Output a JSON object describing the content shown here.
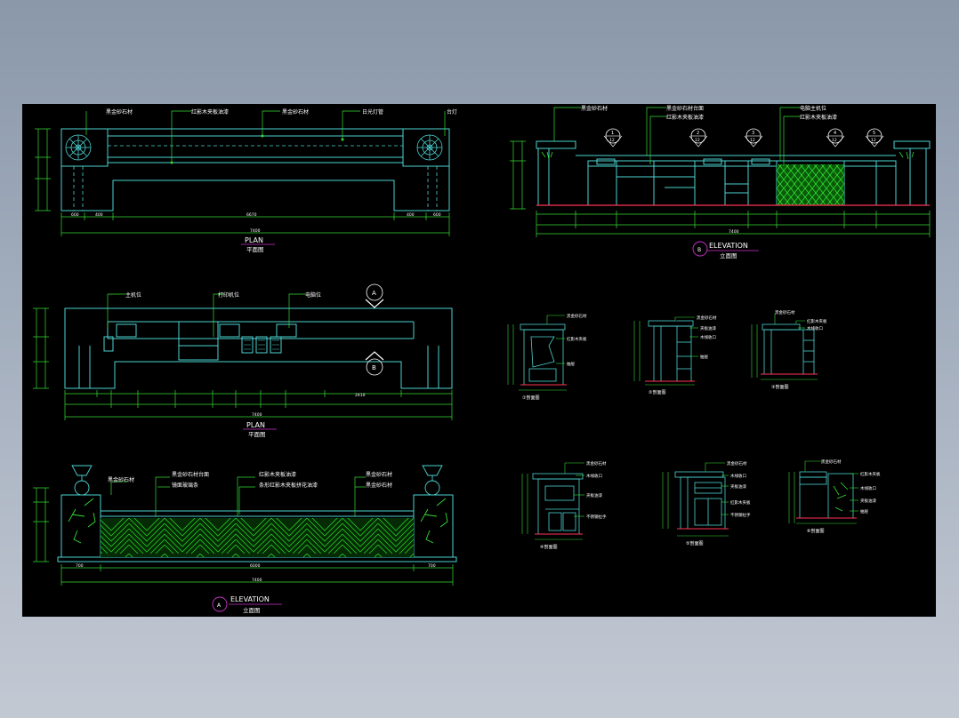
{
  "colors": {
    "background": "#000000",
    "outline": "#4dd2d2",
    "dimension": "#33dd33",
    "hatch": "#22cc22",
    "accent": "#ff3355",
    "label": "#ffffff",
    "tag": "#cc33cc"
  },
  "plan_top": {
    "title": "PLAN",
    "subtitle": "平面图",
    "callouts": [
      "黑金砂石材",
      "红影木夹板油漆",
      "黑金砂石材",
      "日光灯管",
      "台灯"
    ],
    "dims_top": [
      "600",
      "400",
      "6670",
      "400",
      "600"
    ],
    "dim_total": "7400"
  },
  "plan_mid": {
    "title": "PLAN",
    "subtitle": "平面图",
    "callouts": [
      "主机位",
      "打印机位",
      "电脑位"
    ],
    "section_marks": [
      "A",
      "B"
    ],
    "dim_total": "7400",
    "right_dim": "2410"
  },
  "elevation_a": {
    "tag": "A",
    "title": "ELEVATION",
    "subtitle": "立面图",
    "callouts_left": [
      "黑金砂石材",
      "黑金砂石材台面",
      "镜面玻璃条",
      "红影木夹板油漆",
      "条形红影木夹板拼花油漆"
    ],
    "callouts_right": [
      "黑金砂石材",
      "黑金砂石材"
    ],
    "dims": [
      "700",
      "6000",
      "700"
    ],
    "dim_total": "7400"
  },
  "elevation_b": {
    "tag": "B",
    "title": "ELEVATION",
    "subtitle": "立面图",
    "callouts": [
      "黑金砂石材",
      "黑金砂石材台面",
      "红影木夹板油漆",
      "电脑主机位",
      "红影木夹板油漆"
    ],
    "section_tags": [
      {
        "num": "1",
        "ref": "12"
      },
      {
        "num": "2",
        "ref": "12"
      },
      {
        "num": "3",
        "ref": "12"
      },
      {
        "num": "4",
        "ref": "12"
      },
      {
        "num": "5",
        "ref": "12"
      }
    ],
    "dim_total": "7400"
  },
  "details": [
    {
      "id": "1",
      "label": "①剖面图"
    },
    {
      "id": "2",
      "label": "②剖面图"
    },
    {
      "id": "3",
      "label": "③剖面图"
    },
    {
      "id": "4",
      "label": "④剖面图"
    },
    {
      "id": "5",
      "label": "⑤剖面图"
    },
    {
      "id": "6",
      "label": "⑥剖面图"
    }
  ],
  "detail_callouts": [
    "黑金砂石材",
    "红影木夹板",
    "抽屉",
    "夹板油漆",
    "木线收口",
    "不锈钢拉手"
  ]
}
